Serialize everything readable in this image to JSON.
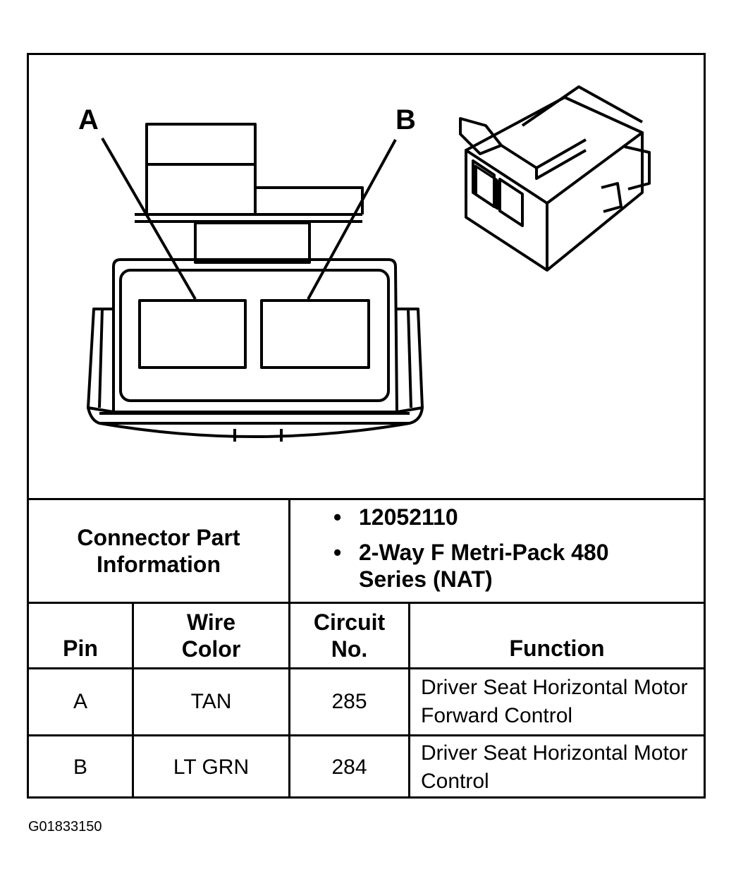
{
  "pin_labels": {
    "a": "A",
    "b": "B"
  },
  "connector_info": {
    "label": "Connector Part Information",
    "items": [
      "12052110",
      "2-Way F Metri-Pack 480 Series (NAT)"
    ]
  },
  "table": {
    "headers": {
      "pin": "Pin",
      "wire_color": "Wire Color",
      "circuit_no": "Circuit No.",
      "function": "Function"
    },
    "rows": [
      {
        "pin": "A",
        "wire_color": "TAN",
        "circuit_no": "285",
        "function": "Driver Seat Horizontal Motor Forward Control"
      },
      {
        "pin": "B",
        "wire_color": "LT GRN",
        "circuit_no": "284",
        "function": "Driver Seat Horizontal Motor Control"
      }
    ]
  },
  "figure_id": "G01833150"
}
